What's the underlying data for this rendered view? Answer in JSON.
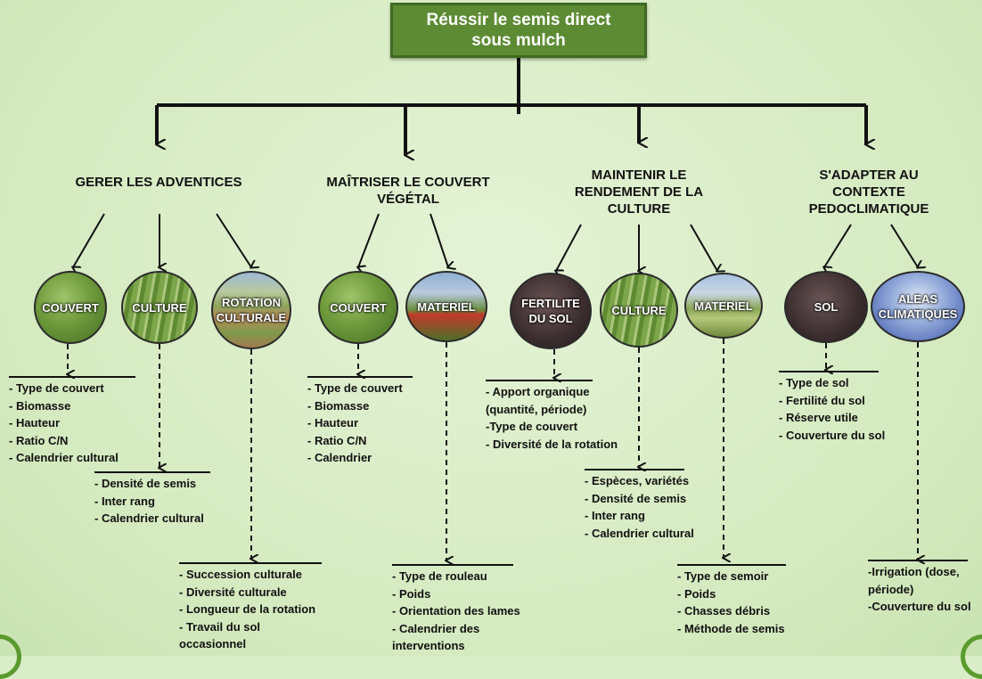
{
  "title": [
    "Réussir le semis direct",
    "sous mulch"
  ],
  "branches": [
    {
      "heading": [
        "GERER LES ADVENTICES"
      ],
      "circles": [
        {
          "label": [
            "COUVERT"
          ],
          "image": "grass-cover-photo",
          "items": [
            "- Type de couvert",
            "- Biomasse",
            "- Hauteur",
            "- Ratio C/N",
            "- Calendrier cultural"
          ]
        },
        {
          "label": [
            "CULTURE"
          ],
          "image": "crop-rows-photo",
          "items": [
            "- Densité de semis",
            "- Inter rang",
            "- Calendrier cultural"
          ]
        },
        {
          "label": [
            "ROTATION",
            "CULTURALE"
          ],
          "image": "crop-rotation-photo",
          "items": [
            "- Succession culturale",
            "- Diversité culturale",
            "- Longueur de la rotation",
            "- Travail du sol",
            "occasionnel"
          ]
        }
      ]
    },
    {
      "heading": [
        "MAÎTRISER LE COUVERT",
        "VÉGÉTAL"
      ],
      "circles": [
        {
          "label": [
            "COUVERT"
          ],
          "image": "grass-cover-photo",
          "items": [
            "- Type de couvert",
            "- Biomasse",
            "- Hauteur",
            "- Ratio C/N",
            "- Calendrier"
          ]
        },
        {
          "label": [
            "MATERIEL"
          ],
          "image": "roller-tractor-photo",
          "items": [
            "- Type de rouleau",
            "- Poids",
            "- Orientation des lames",
            "- Calendrier des",
            "interventions"
          ]
        }
      ]
    },
    {
      "heading": [
        "MAINTENIR LE",
        "RENDEMENT DE LA",
        "CULTURE"
      ],
      "circles": [
        {
          "label": [
            "FERTILITE",
            "DU SOL"
          ],
          "image": "soil-photo",
          "items": [
            "- Apport organique",
            "(quantité, période)",
            "-Type de couvert",
            "- Diversité de la rotation"
          ]
        },
        {
          "label": [
            "CULTURE"
          ],
          "image": "crop-rows-photo",
          "items": [
            "- Espèces, variétés",
            "- Densité de semis",
            "- Inter rang",
            "- Calendrier cultural"
          ]
        },
        {
          "label": [
            "MATERIEL"
          ],
          "image": "seeder-machine-photo",
          "items": [
            "- Type de semoir",
            "- Poids",
            "- Chasses débris",
            "- Méthode de semis"
          ]
        }
      ]
    },
    {
      "heading": [
        "S'ADAPTER AU",
        "CONTEXTE",
        "PEDOCLIMATIQUE"
      ],
      "circles": [
        {
          "label": [
            "SOL"
          ],
          "image": "soil-photo",
          "items": [
            "- Type de sol",
            "- Fertilité du sol",
            "- Réserve utile",
            "- Couverture du sol"
          ]
        },
        {
          "label": [
            "ALEAS",
            "CLIMATIQUES"
          ],
          "image": "cloudy-sky-photo",
          "items": [
            "-Irrigation (dose,",
            "période)",
            "-Couverture du sol"
          ]
        }
      ]
    }
  ]
}
